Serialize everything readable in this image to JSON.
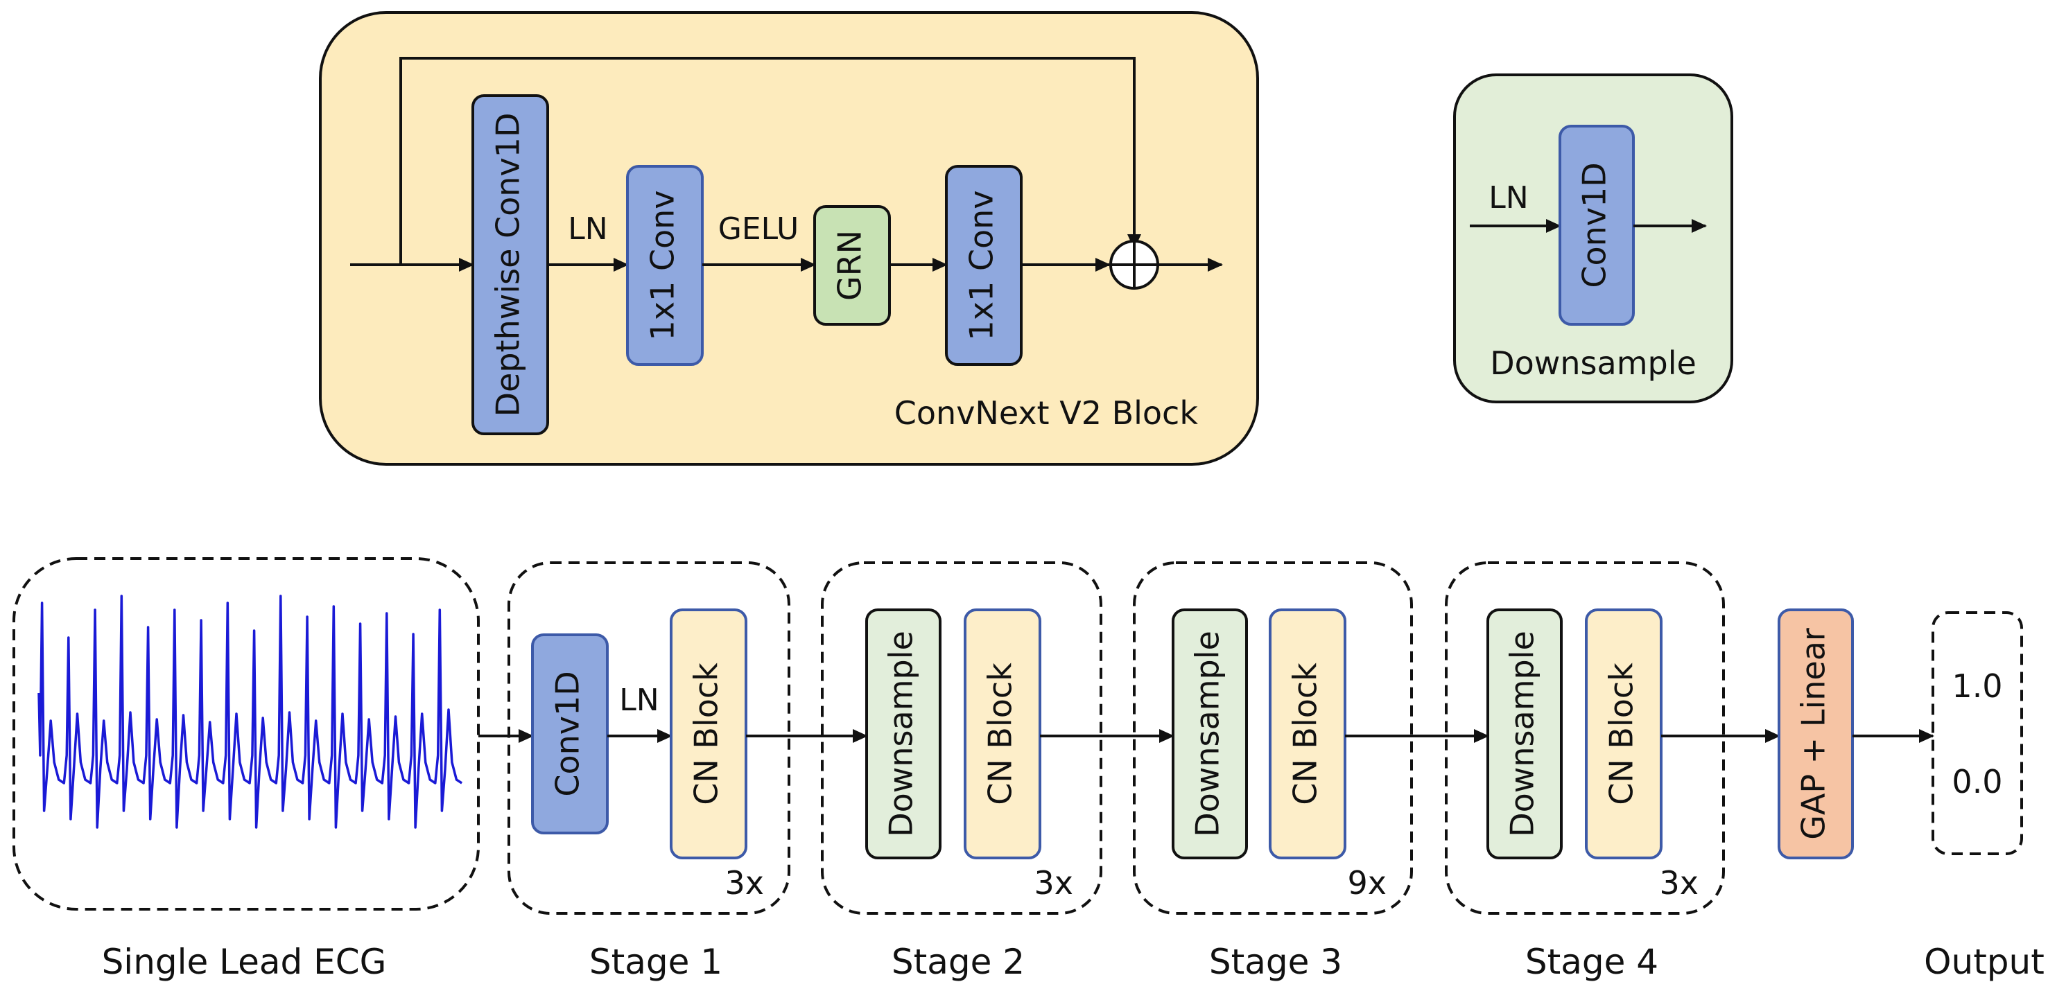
{
  "colors": {
    "conv_blue": "#8fa8de",
    "conv_blue_stroke": "#3d5aa8",
    "grn_green": "#c8e2b4",
    "downsample_green": "#e2eedb",
    "cn_yellow": "#fdeec9",
    "block_bg_yellow": "#fdebbd",
    "downsample_bg_green": "#e2eed8",
    "gap_orange": "#f6c4a4",
    "ecg_blue": "#1a1ad6"
  },
  "convnext_block": {
    "title": "ConvNext V2 Block",
    "depthwise": "Depthwise Conv1D",
    "ln": "LN",
    "conv1": "1x1 Conv",
    "gelu": "GELU",
    "grn": "GRN",
    "conv2": "1x1 Conv",
    "add_icon": "plus-circle-icon"
  },
  "downsample_block": {
    "title": "Downsample",
    "ln": "LN",
    "conv": "Conv1D"
  },
  "pipeline": {
    "ecg_label": "Single Lead ECG",
    "stage1": {
      "label": "Stage 1",
      "conv": "Conv1D",
      "ln": "LN",
      "cn": "CN Block",
      "repeat": "3x"
    },
    "stage2": {
      "label": "Stage 2",
      "down": "Downsample",
      "cn": "CN Block",
      "repeat": "3x"
    },
    "stage3": {
      "label": "Stage 3",
      "down": "Downsample",
      "cn": "CN Block",
      "repeat": "9x"
    },
    "stage4": {
      "label": "Stage 4",
      "down": "Downsample",
      "cn": "CN Block",
      "repeat": "3x"
    },
    "head": "GAP + Linear",
    "output_label": "Output",
    "output_values": [
      "1.0",
      "0.0"
    ]
  }
}
